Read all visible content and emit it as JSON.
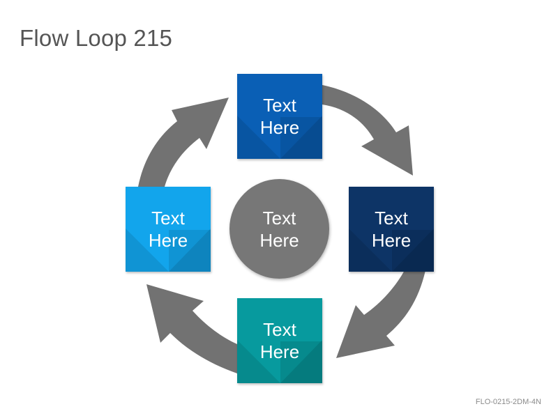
{
  "title": "Flow Loop 215",
  "footer_code": "FLO-0215-2DM-4N",
  "colors": {
    "arrow": "#727272",
    "top_box": "#0a5fb5",
    "right_box": "#0d3466",
    "bottom_box": "#079a9e",
    "left_box": "#12a5ec",
    "center_circle": "#777777"
  },
  "nodes": {
    "center": "Text\nHere",
    "top": "Text\nHere",
    "right": "Text\nHere",
    "bottom": "Text\nHere",
    "left": "Text\nHere"
  }
}
